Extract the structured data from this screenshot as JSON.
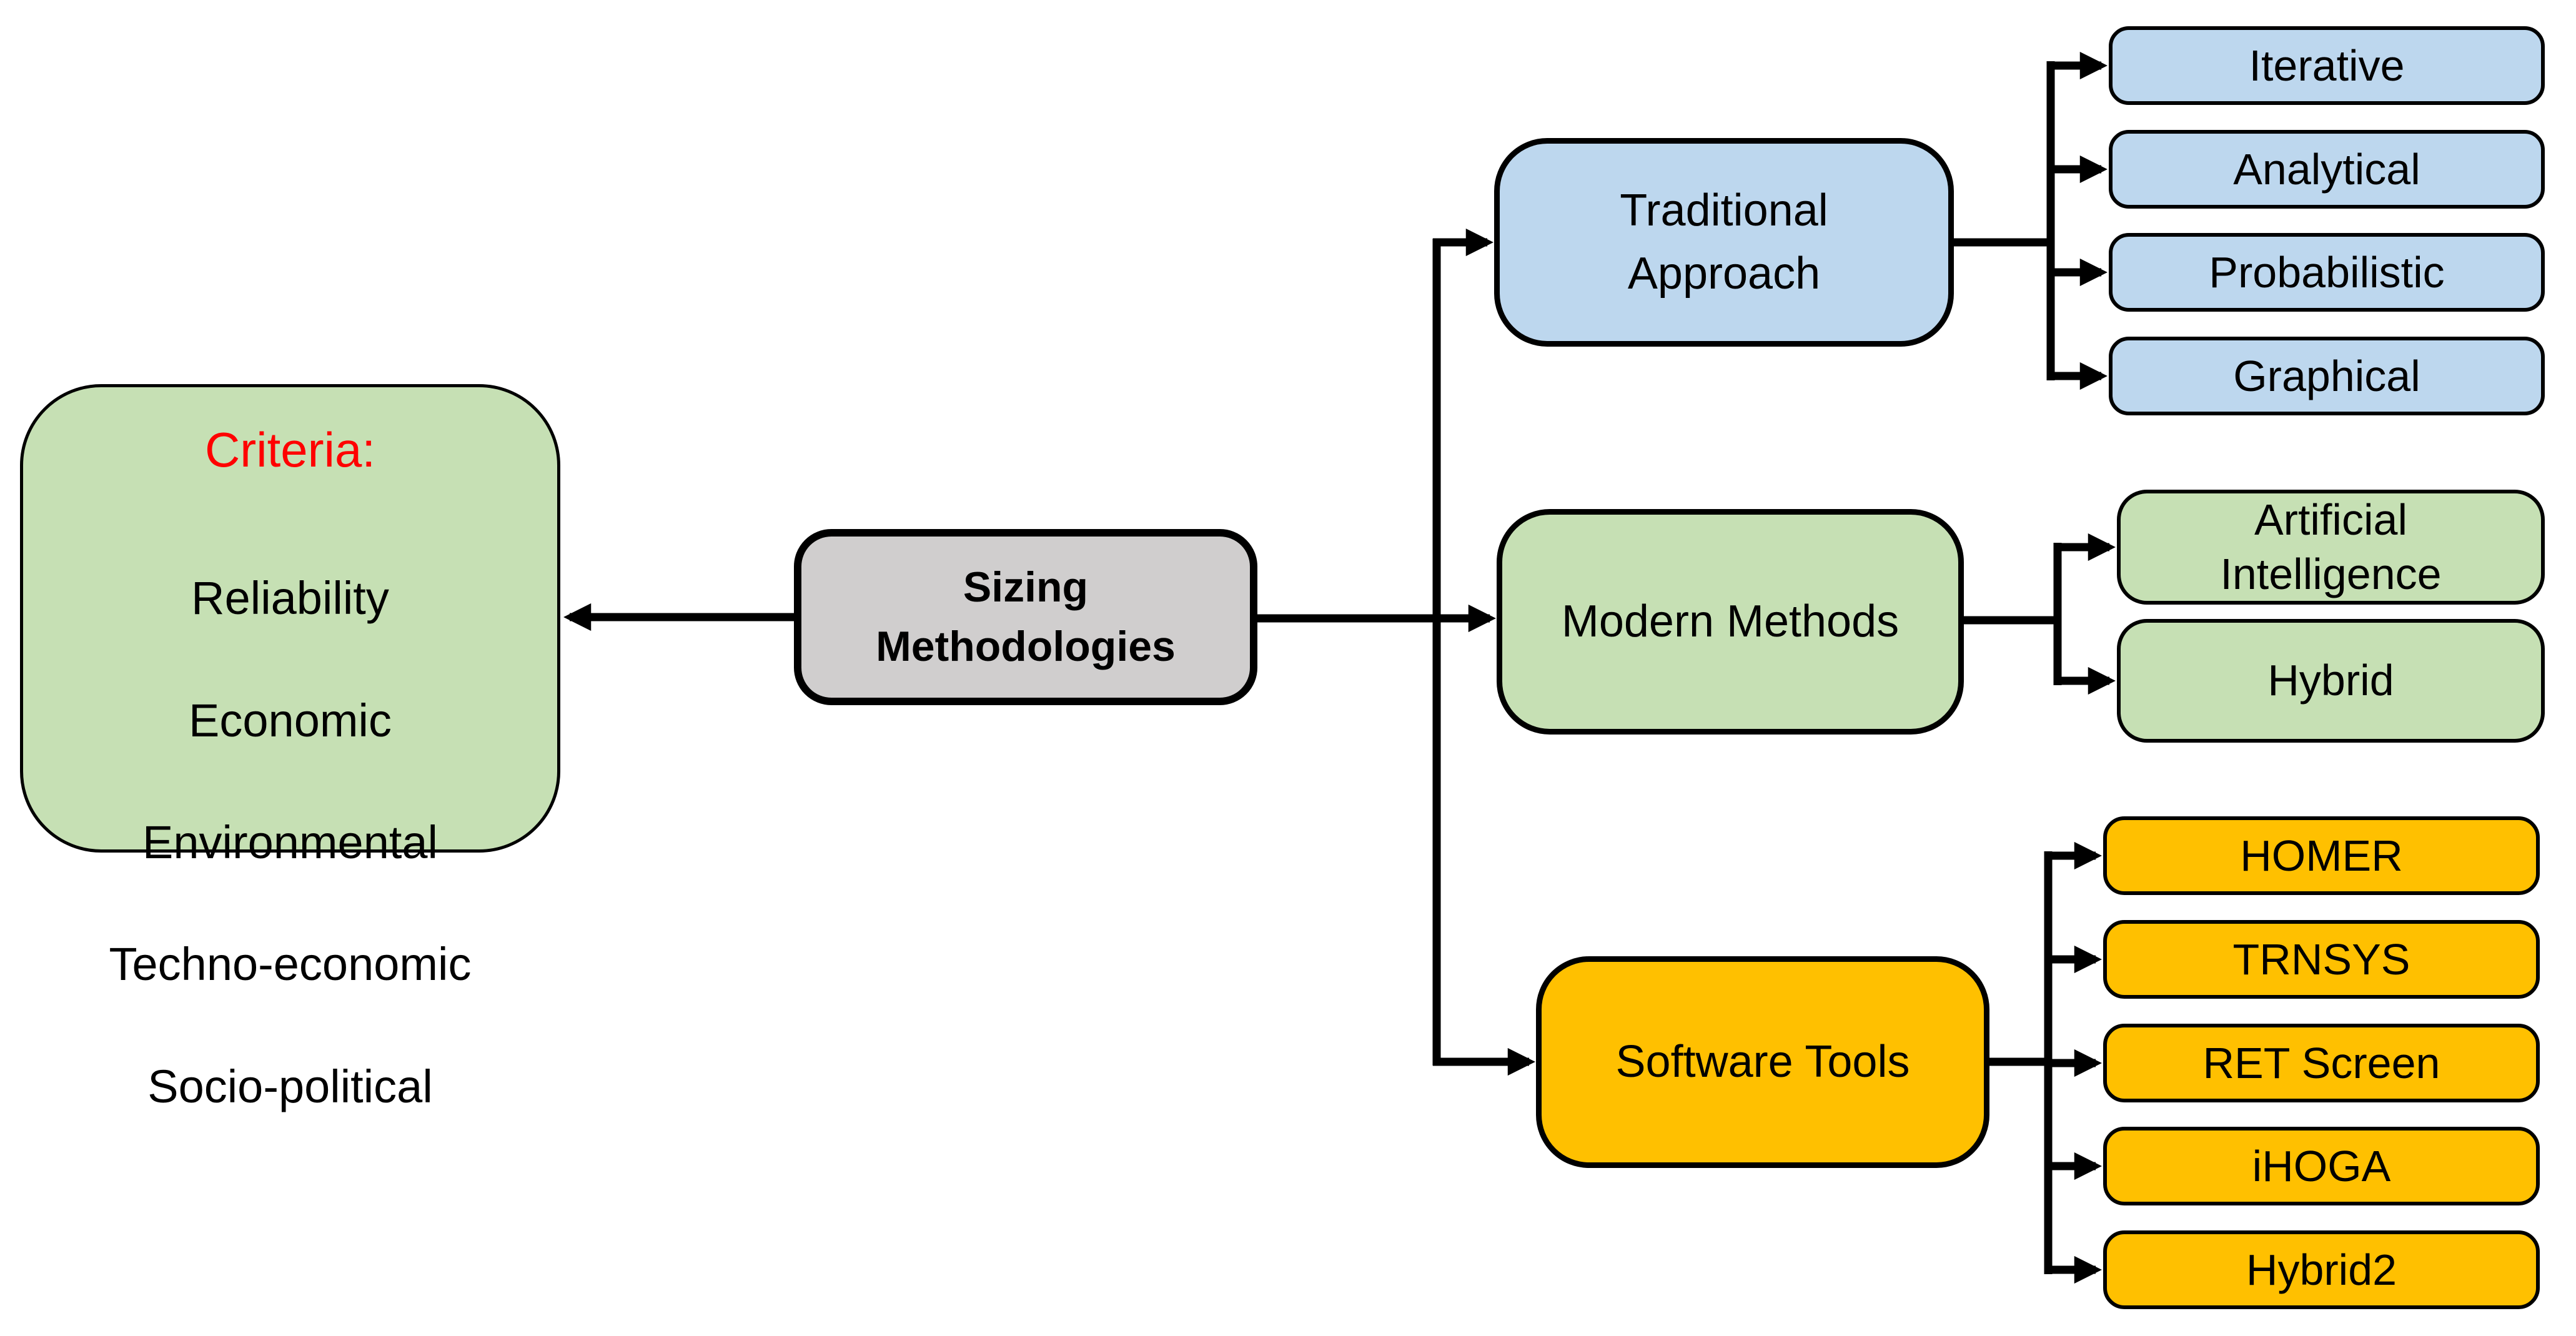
{
  "colors": {
    "blue": "#BDD7EE",
    "green": "#C6E0B4",
    "gray": "#D0CECE",
    "orange": "#FFC000",
    "connector": "#000000",
    "criteria_title": "#FF0000"
  },
  "nodes": {
    "criteria": {
      "title": "Criteria:",
      "items": [
        "Reliability",
        "Economic",
        "Environmental",
        "Techno-economic",
        "Socio-political"
      ]
    },
    "root": {
      "label": "Sizing\nMethodologies"
    },
    "traditional": {
      "label": "Traditional\nApproach"
    },
    "modern": {
      "label": "Modern Methods"
    },
    "software": {
      "label": "Software Tools"
    },
    "traditional_children": {
      "iterative": "Iterative",
      "analytical": "Analytical",
      "probabilistic": "Probabilistic",
      "graphical": "Graphical"
    },
    "modern_children": {
      "ai": "Artificial\nIntelligence",
      "hybrid": "Hybrid"
    },
    "software_children": {
      "homer": "HOMER",
      "trnsys": "TRNSYS",
      "ret_screen": "RET Screen",
      "ihoga": "iHOGA",
      "hybrid2": "Hybrid2"
    }
  }
}
